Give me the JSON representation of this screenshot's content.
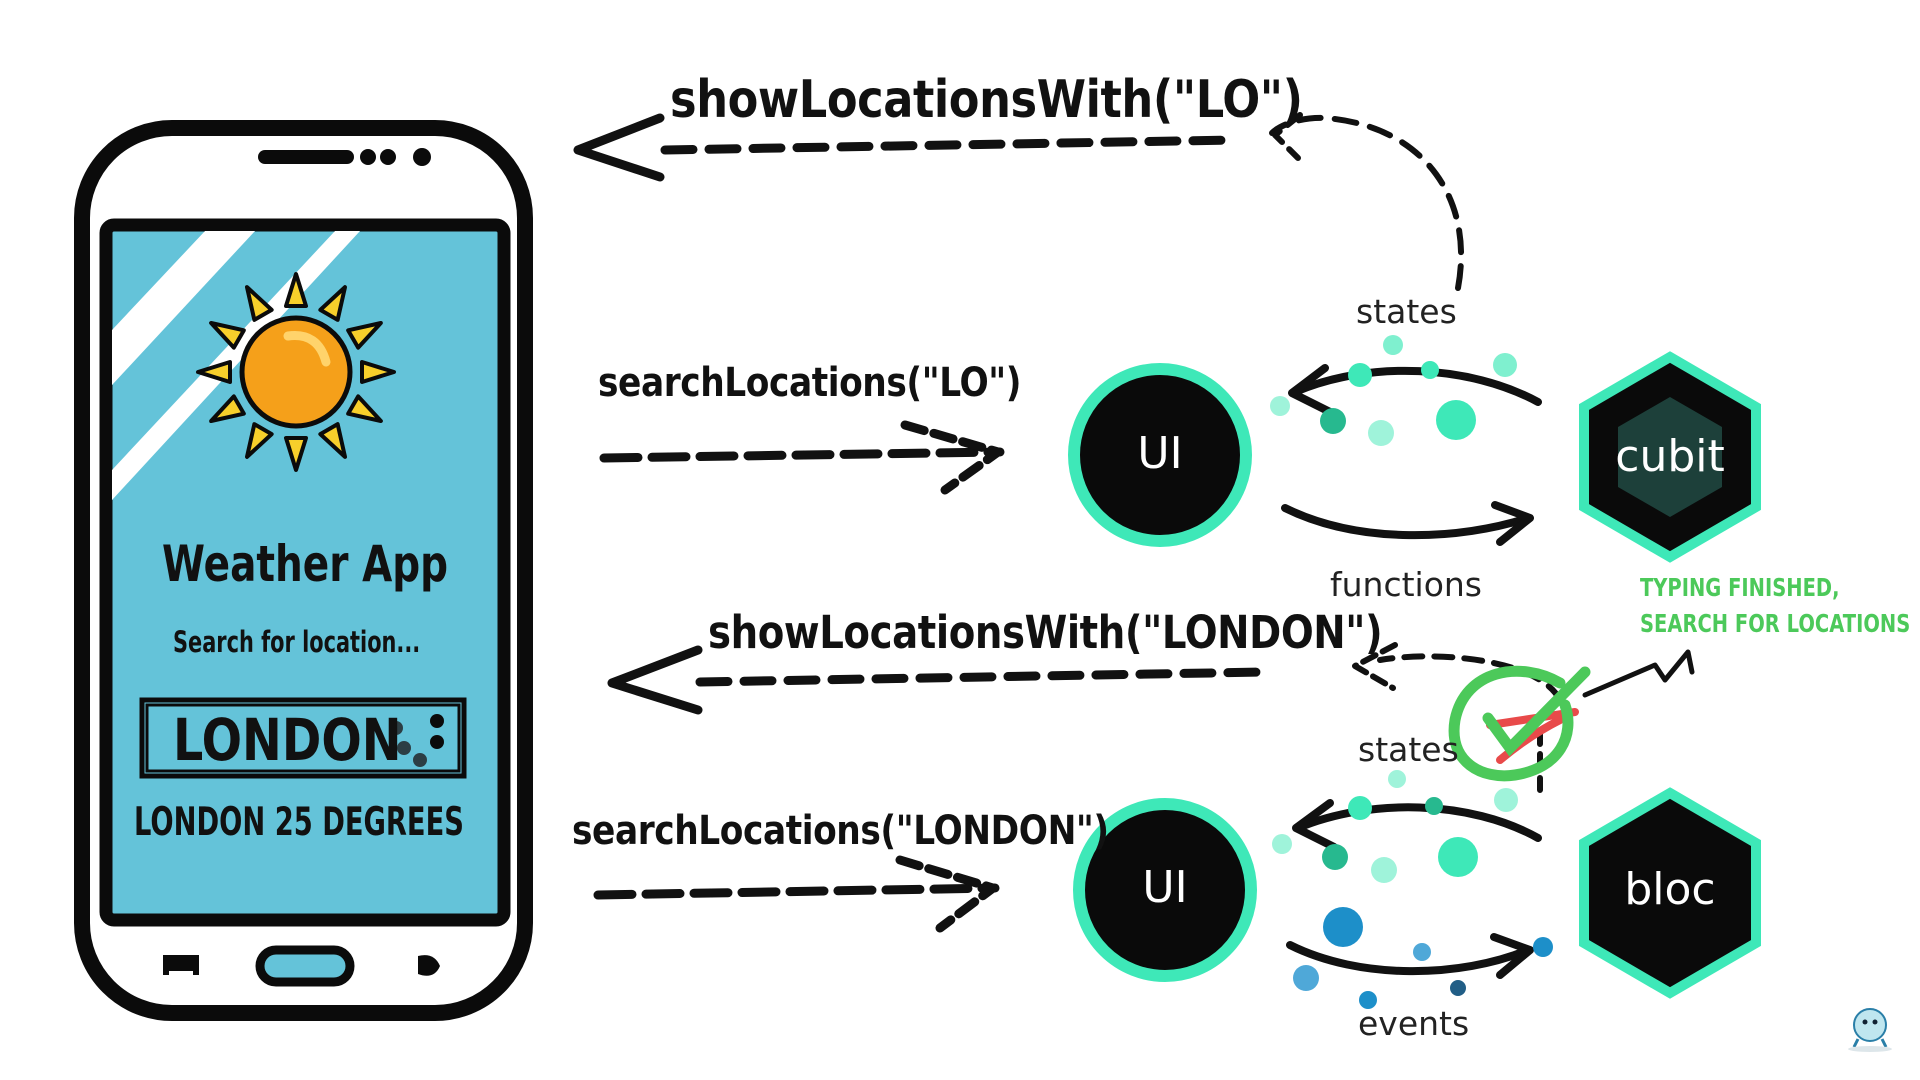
{
  "phone": {
    "app_title": "Weather App",
    "search_prompt": "Search for location...",
    "search_value": "LONDON",
    "result": "LONDON 25 DEGREES"
  },
  "cubit_flow": {
    "state_call": "showLocationsWith(\"LO\")",
    "function_call": "searchLocations(\"LO\")",
    "ui_label": "UI",
    "states_label": "states",
    "functions_label": "functions",
    "node_label": "cubit"
  },
  "bloc_flow": {
    "state_call": "showLocationsWith(\"LONDON\")",
    "function_call": "searchLocations(\"LONDON\")",
    "ui_label": "UI",
    "states_label": "states",
    "events_label": "events",
    "node_label": "bloc"
  },
  "note": {
    "line1": "TYPING FINISHED,",
    "line2": "SEARCH FOR LOCATIONS"
  },
  "colors": {
    "screen": "#64c3d9",
    "sun": "#f5a01a",
    "sun_rays": "#f7cf2b",
    "teal": "#3ee8b8",
    "node": "#0a0a0a",
    "check": "#4cc95a",
    "cross": "#e84a4a",
    "event_dot": "#1d8fc9"
  },
  "icons": [
    "sun-icon",
    "checkmark-icon",
    "cross-icon",
    "mascot-icon"
  ]
}
